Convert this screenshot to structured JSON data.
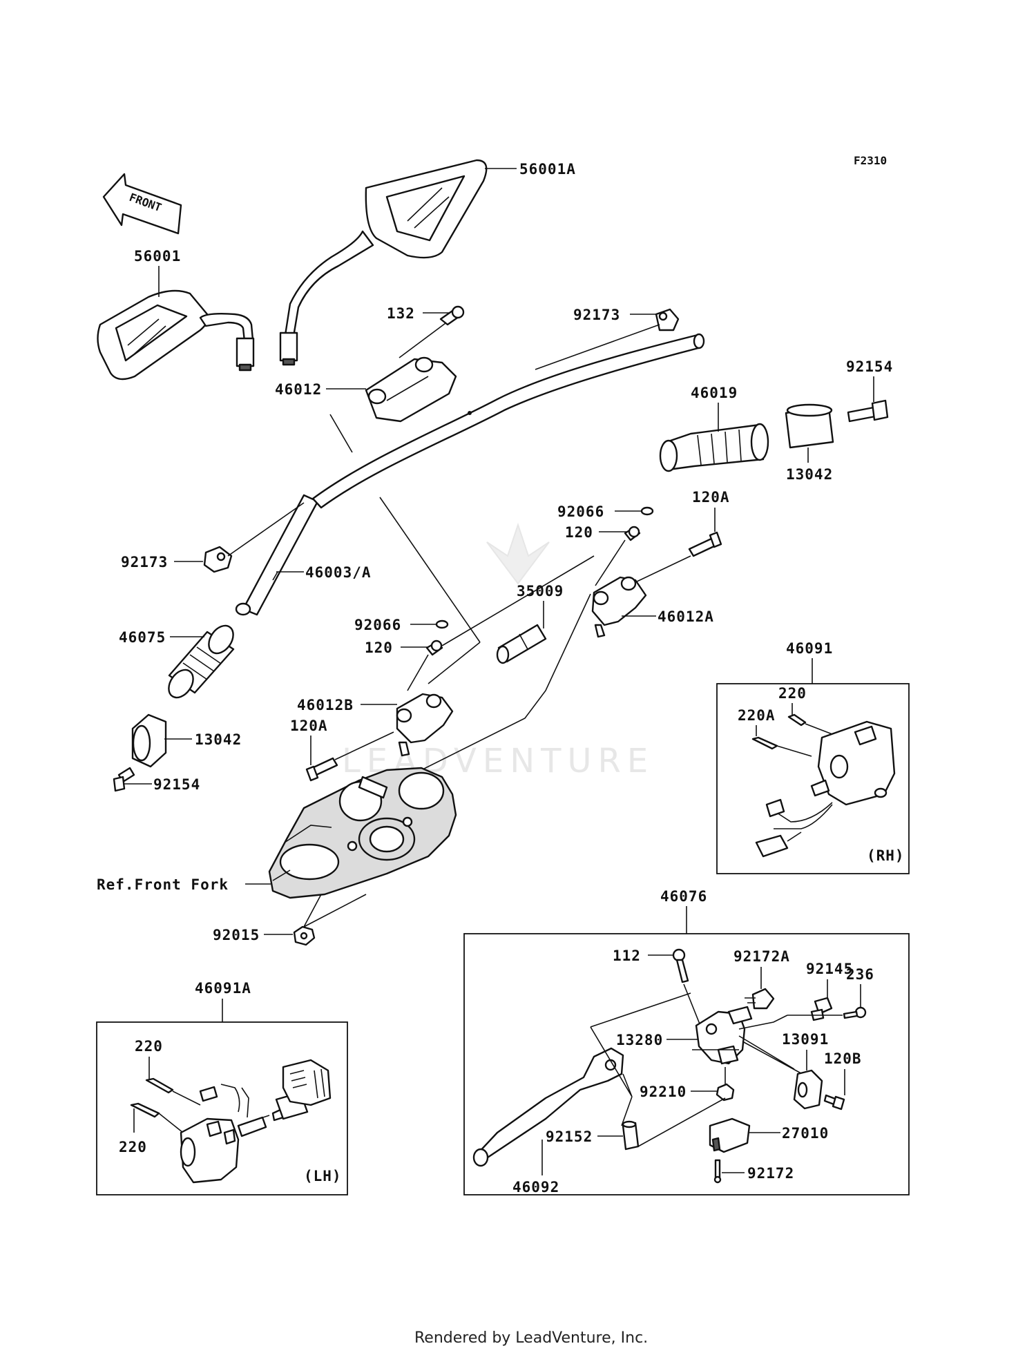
{
  "figure_code": "F2310",
  "front_arrow": "FRONT",
  "watermark": "LEADVENTURE",
  "footer": "Rendered by LeadVenture, Inc.",
  "labels": {
    "p56001A": "56001A",
    "p56001": "56001",
    "p132": "132",
    "p92173a": "92173",
    "p92154a": "92154",
    "p46012": "46012",
    "p46019": "46019",
    "p13042a": "13042",
    "p92066a": "92066",
    "p120Aa": "120A",
    "p120a": "120",
    "p92173b": "92173",
    "p46003A": "46003/A",
    "p35009": "35009",
    "p46012A": "46012A",
    "p46091": "46091",
    "p46075": "46075",
    "p92066b": "92066",
    "p120b": "120",
    "p46012B": "46012B",
    "p120Ab": "120A",
    "p220a": "220",
    "p220A": "220A",
    "p13042b": "13042",
    "p92154b": "92154",
    "rh": "(RH)",
    "refFork": "Ref.Front Fork",
    "p46076": "46076",
    "p92015": "92015",
    "p46091A": "46091A",
    "p112": "112",
    "p92172A": "92172A",
    "p92145": "92145",
    "p236": "236",
    "p13280": "13280",
    "p13091": "13091",
    "p120B": "120B",
    "p92210": "92210",
    "p220b": "220",
    "p220c": "220",
    "p92152": "92152",
    "p27010": "27010",
    "lh": "(LH)",
    "p46092": "46092",
    "p92172": "92172"
  }
}
